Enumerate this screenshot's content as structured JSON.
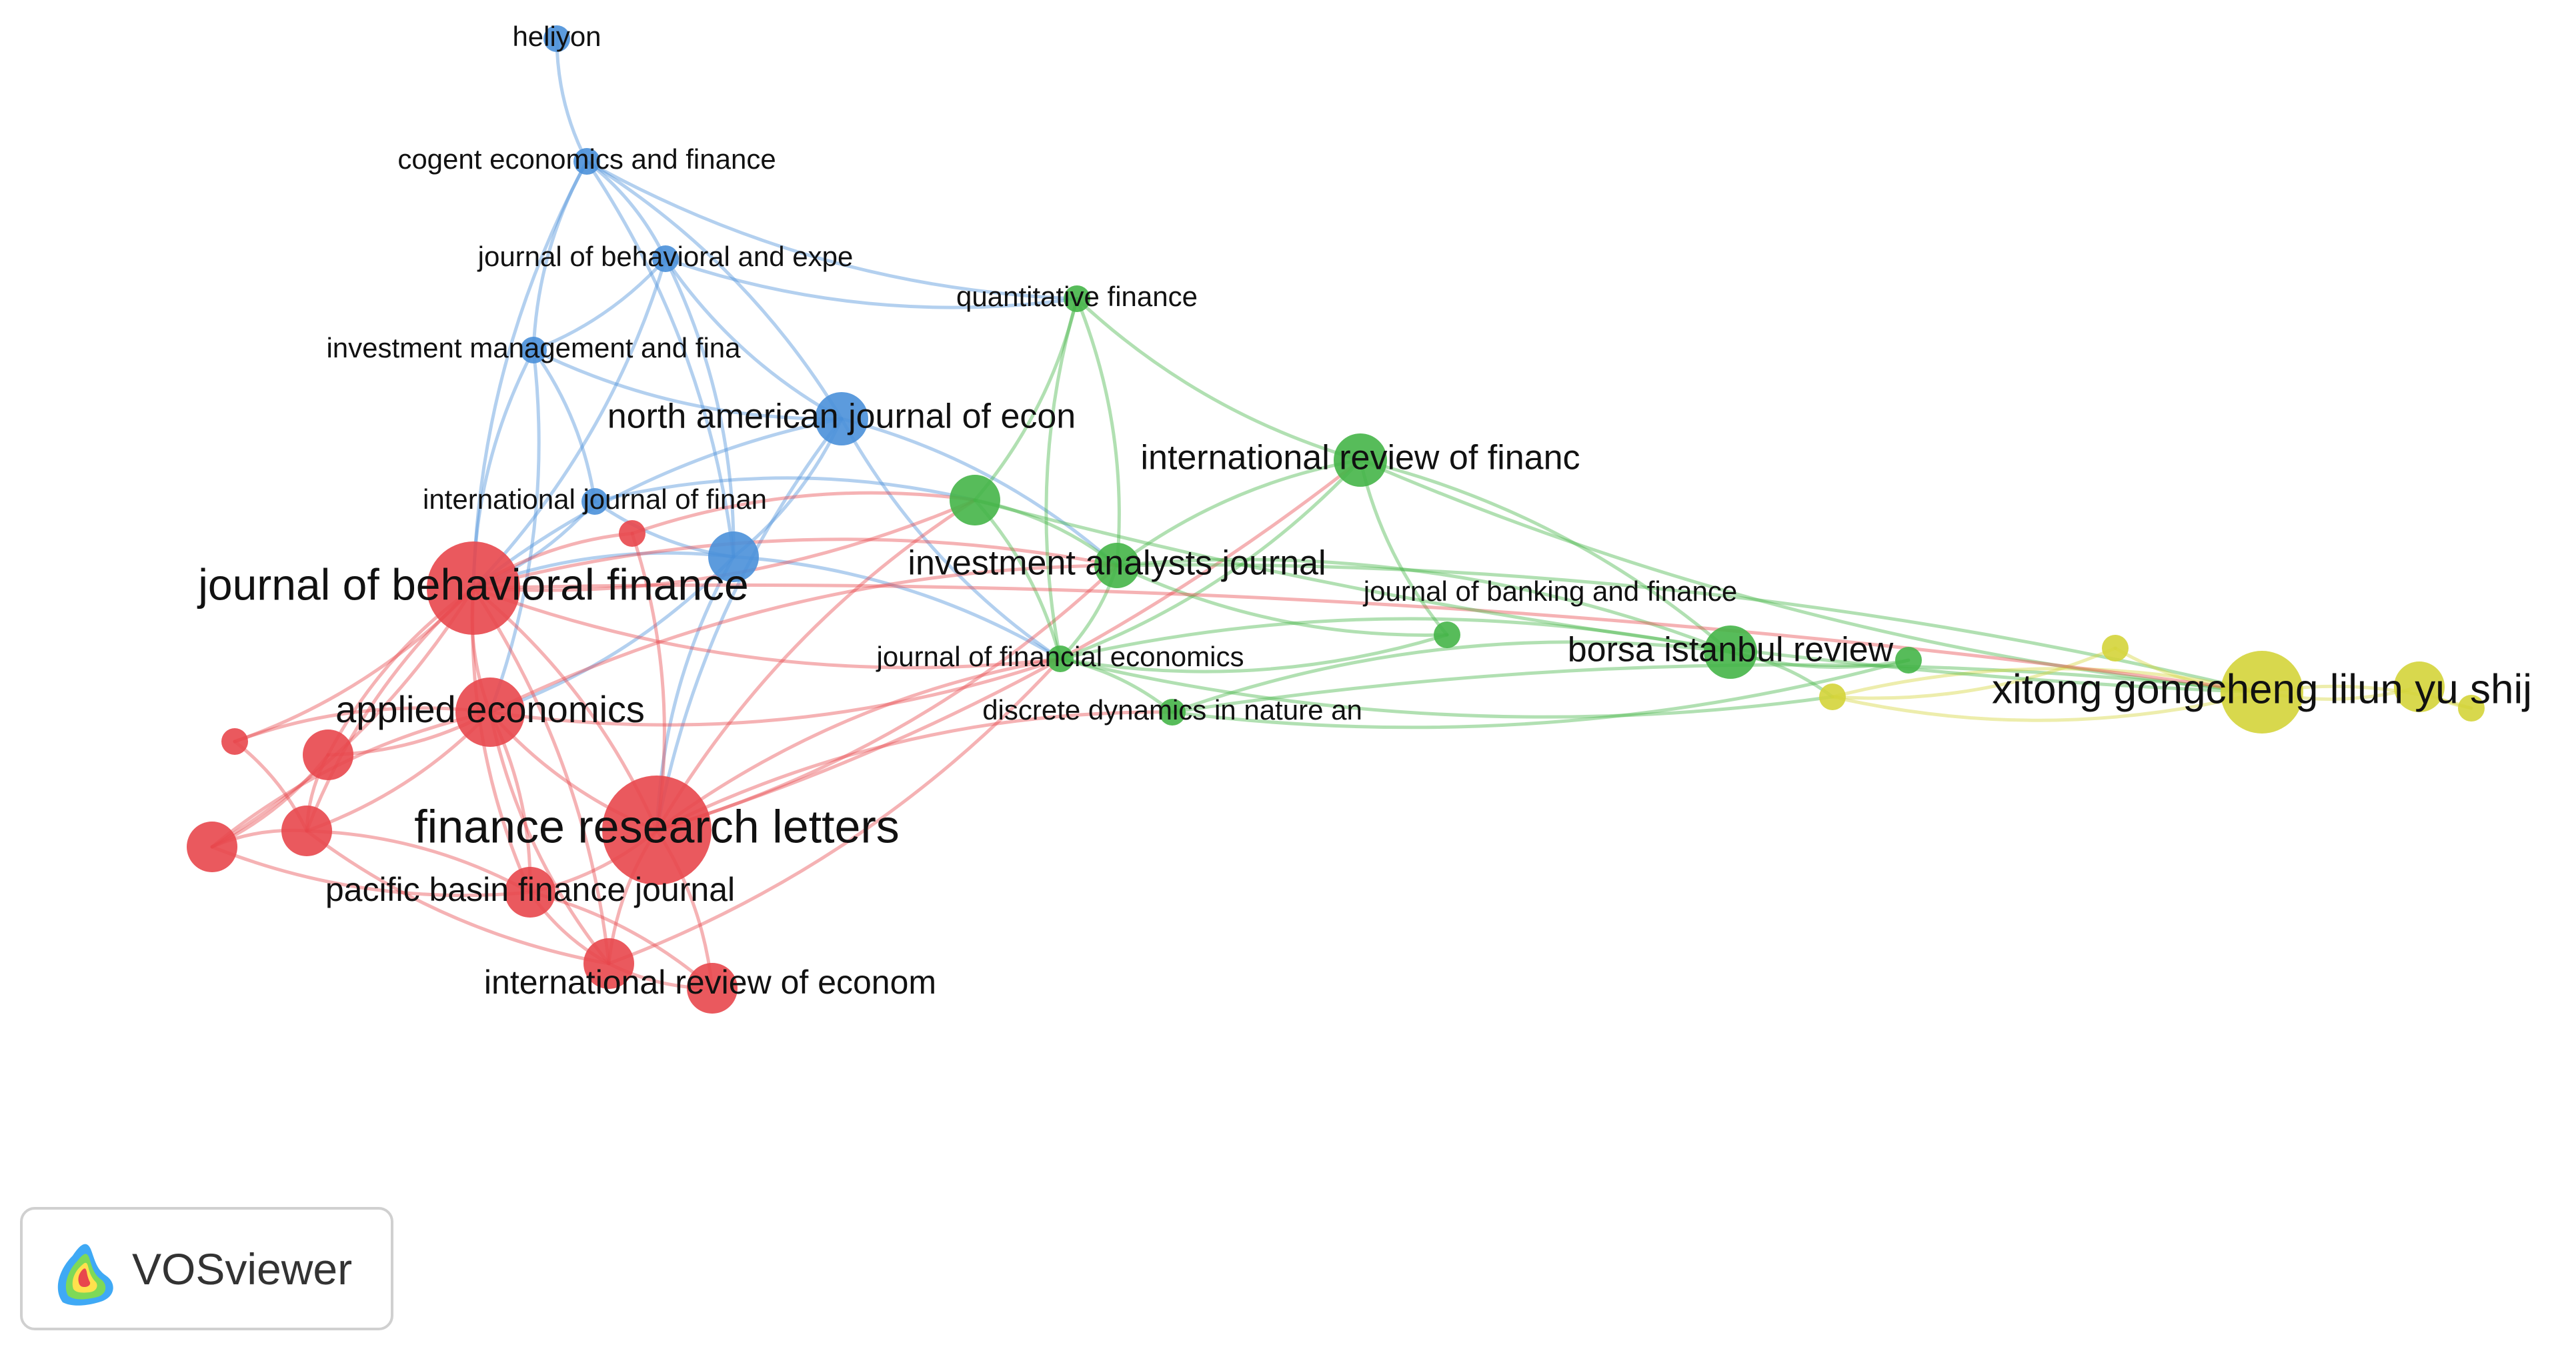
{
  "app": {
    "logo_text": "VOSviewer"
  },
  "colors": {
    "cluster_red": "#e8474d",
    "cluster_green": "#45b548",
    "cluster_blue": "#4a90d9",
    "cluster_yellow": "#d4d43a"
  },
  "nodes": [
    {
      "id": "heliyon",
      "label": "heliyon",
      "cluster": "blue",
      "size": "small"
    },
    {
      "id": "cogent",
      "label": "cogent economics and finance",
      "cluster": "blue",
      "size": "small"
    },
    {
      "id": "jbef",
      "label": "journal of behavioral and expe",
      "cluster": "blue",
      "size": "small"
    },
    {
      "id": "imfi",
      "label": "investment management and fina",
      "cluster": "blue",
      "size": "small"
    },
    {
      "id": "najef",
      "label": "north american journal of econ",
      "cluster": "blue",
      "size": "medium"
    },
    {
      "id": "ijf",
      "label": "international journal of finan",
      "cluster": "blue",
      "size": "small"
    },
    {
      "id": "blue_unlabeled",
      "label": "",
      "cluster": "blue",
      "size": "medium"
    },
    {
      "id": "jbf",
      "label": "journal of behavioral finance",
      "cluster": "red",
      "size": "large"
    },
    {
      "id": "ae",
      "label": "applied economics",
      "cluster": "red",
      "size": "large"
    },
    {
      "id": "frl",
      "label": "finance research letters",
      "cluster": "red",
      "size": "xlarge"
    },
    {
      "id": "pbfj",
      "label": "pacific basin finance journal",
      "cluster": "red",
      "size": "medium"
    },
    {
      "id": "ire",
      "label": "international review of econom",
      "cluster": "red",
      "size": "medium"
    },
    {
      "id": "red_a",
      "label": "",
      "cluster": "red",
      "size": "small"
    },
    {
      "id": "red_b",
      "label": "",
      "cluster": "red",
      "size": "small"
    },
    {
      "id": "red_c",
      "label": "",
      "cluster": "red",
      "size": "medium"
    },
    {
      "id": "red_d",
      "label": "",
      "cluster": "red",
      "size": "medium"
    },
    {
      "id": "red_e",
      "label": "",
      "cluster": "red",
      "size": "medium"
    },
    {
      "id": "red_f",
      "label": "",
      "cluster": "red",
      "size": "medium"
    },
    {
      "id": "qf",
      "label": "quantitative finance",
      "cluster": "green",
      "size": "small"
    },
    {
      "id": "irf",
      "label": "international review of financ",
      "cluster": "green",
      "size": "medium"
    },
    {
      "id": "iaj",
      "label": "investment analysts journal",
      "cluster": "green",
      "size": "medium"
    },
    {
      "id": "jbaf",
      "label": "journal of banking and finance",
      "cluster": "green",
      "size": "small"
    },
    {
      "id": "jfe",
      "label": "journal of financial economics",
      "cluster": "green",
      "size": "small"
    },
    {
      "id": "ddna",
      "label": "discrete dynamics in nature an",
      "cluster": "green",
      "size": "small"
    },
    {
      "id": "bir",
      "label": "borsa istanbul review",
      "cluster": "green",
      "size": "medium"
    },
    {
      "id": "green_a",
      "label": "",
      "cluster": "green",
      "size": "medium"
    },
    {
      "id": "green_b",
      "label": "",
      "cluster": "green",
      "size": "small"
    },
    {
      "id": "xgl",
      "label": "xitong gongcheng lilun yu shij",
      "cluster": "yellow",
      "size": "large"
    },
    {
      "id": "yel_a",
      "label": "",
      "cluster": "yellow",
      "size": "small"
    },
    {
      "id": "yel_b",
      "label": "",
      "cluster": "yellow",
      "size": "small"
    },
    {
      "id": "yel_c",
      "label": "",
      "cluster": "yellow",
      "size": "medium"
    },
    {
      "id": "yel_d",
      "label": "",
      "cluster": "yellow",
      "size": "small"
    }
  ],
  "links": [
    [
      "heliyon",
      "cogent"
    ],
    [
      "cogent",
      "jbef"
    ],
    [
      "cogent",
      "imfi"
    ],
    [
      "cogent",
      "najef"
    ],
    [
      "cogent",
      "jbf"
    ],
    [
      "cogent",
      "blue_unlabeled"
    ],
    [
      "cogent",
      "qf"
    ],
    [
      "jbef",
      "imfi"
    ],
    [
      "jbef",
      "najef"
    ],
    [
      "jbef",
      "blue_unlabeled"
    ],
    [
      "jbef",
      "qf"
    ],
    [
      "jbef",
      "jbf"
    ],
    [
      "imfi",
      "jbf"
    ],
    [
      "imfi",
      "ijf"
    ],
    [
      "imfi",
      "najef"
    ],
    [
      "imfi",
      "ae"
    ],
    [
      "najef",
      "jbf"
    ],
    [
      "najef",
      "blue_unlabeled"
    ],
    [
      "najef",
      "jfe"
    ],
    [
      "najef",
      "iaj"
    ],
    [
      "najef",
      "frl"
    ],
    [
      "ijf",
      "jbf"
    ],
    [
      "ijf",
      "blue_unlabeled"
    ],
    [
      "ijf",
      "green_a"
    ],
    [
      "blue_unlabeled",
      "jbf"
    ],
    [
      "blue_unlabeled",
      "ae"
    ],
    [
      "blue_unlabeled",
      "frl"
    ],
    [
      "blue_unlabeled",
      "jfe"
    ],
    [
      "jbf",
      "ae"
    ],
    [
      "jbf",
      "frl"
    ],
    [
      "jbf",
      "pbfj"
    ],
    [
      "jbf",
      "red_b"
    ],
    [
      "jbf",
      "red_c"
    ],
    [
      "jbf",
      "red_d"
    ],
    [
      "jbf",
      "red_e"
    ],
    [
      "jbf",
      "red_a"
    ],
    [
      "jbf",
      "jfe"
    ],
    [
      "jbf",
      "iaj"
    ],
    [
      "jbf",
      "green_a"
    ],
    [
      "jbf",
      "ire"
    ],
    [
      "ae",
      "frl"
    ],
    [
      "ae",
      "pbfj"
    ],
    [
      "ae",
      "red_b"
    ],
    [
      "ae",
      "red_c"
    ],
    [
      "ae",
      "red_d"
    ],
    [
      "ae",
      "red_e"
    ],
    [
      "ae",
      "jfe"
    ],
    [
      "ae",
      "iaj"
    ],
    [
      "ae",
      "ire"
    ],
    [
      "frl",
      "pbfj"
    ],
    [
      "frl",
      "ire"
    ],
    [
      "frl",
      "red_f"
    ],
    [
      "frl",
      "red_a"
    ],
    [
      "frl",
      "jfe"
    ],
    [
      "frl",
      "iaj"
    ],
    [
      "frl",
      "green_a"
    ],
    [
      "frl",
      "irf"
    ],
    [
      "frl",
      "ddna"
    ],
    [
      "pbfj",
      "ire"
    ],
    [
      "pbfj",
      "red_d"
    ],
    [
      "pbfj",
      "red_e"
    ],
    [
      "pbfj",
      "red_f"
    ],
    [
      "ire",
      "red_f"
    ],
    [
      "ire",
      "red_e"
    ],
    [
      "ire",
      "jfe"
    ],
    [
      "red_b",
      "red_e"
    ],
    [
      "red_c",
      "red_e"
    ],
    [
      "red_d",
      "red_e"
    ],
    [
      "red_d",
      "red_c"
    ],
    [
      "red_a",
      "green_a"
    ],
    [
      "qf",
      "irf"
    ],
    [
      "qf",
      "iaj"
    ],
    [
      "qf",
      "jfe"
    ],
    [
      "qf",
      "green_a"
    ],
    [
      "irf",
      "iaj"
    ],
    [
      "irf",
      "jfe"
    ],
    [
      "irf",
      "jbaf"
    ],
    [
      "irf",
      "bir"
    ],
    [
      "irf",
      "xgl"
    ],
    [
      "iaj",
      "jfe"
    ],
    [
      "iaj",
      "green_a"
    ],
    [
      "iaj",
      "bir"
    ],
    [
      "iaj",
      "jbaf"
    ],
    [
      "iaj",
      "xgl"
    ],
    [
      "jfe",
      "green_a"
    ],
    [
      "jfe",
      "ddna"
    ],
    [
      "jfe",
      "jbaf"
    ],
    [
      "jfe",
      "bir"
    ],
    [
      "jfe",
      "yel_a"
    ],
    [
      "ddna",
      "bir"
    ],
    [
      "ddna",
      "green_b"
    ],
    [
      "ddna",
      "xgl"
    ],
    [
      "bir",
      "green_b"
    ],
    [
      "bir",
      "yel_a"
    ],
    [
      "xgl",
      "yel_a"
    ],
    [
      "xgl",
      "yel_b"
    ],
    [
      "xgl",
      "yel_c"
    ],
    [
      "xgl",
      "yel_d"
    ],
    [
      "yel_c",
      "yel_d"
    ],
    [
      "yel_b",
      "yel_a"
    ],
    [
      "yel_a",
      "xgl"
    ],
    [
      "jbf",
      "xgl"
    ],
    [
      "green_a",
      "xgl"
    ]
  ]
}
